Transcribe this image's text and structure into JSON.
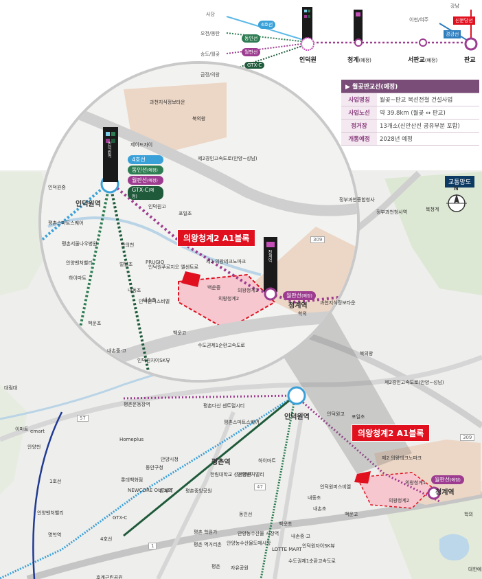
{
  "top_diagram": {
    "left_destinations": [
      "사당",
      "오전/동탄",
      "송도/월곶",
      "금정/의왕"
    ],
    "line_labels": [
      "4호선",
      "동인선",
      "월판선",
      "GTX-C"
    ],
    "right_destinations": [
      "강남",
      "이천/여주"
    ],
    "right_line_labels": [
      "신분당선",
      "경강선"
    ],
    "stations": [
      "인덕원",
      "청계",
      "서판교",
      "판교"
    ],
    "station_notes": [
      "(예정)",
      "(예정)"
    ]
  },
  "info_table": {
    "header": "▶ 월곶판교선(예정)",
    "rows": [
      {
        "key": "사업명칭",
        "value": "월곶~판교 복선전철 건설사업"
      },
      {
        "key": "사업노선",
        "value": "약 39.8km (월곶 ↔ 판교)"
      },
      {
        "key": "정거장",
        "value": "13개소(신안산선 공유부분 포함)"
      },
      {
        "key": "개통예정",
        "value": "2028년 예정"
      }
    ]
  },
  "badges": {
    "traffic": "교통망도",
    "north": "N"
  },
  "callouts": {
    "block": "의왕청계2 A1블록"
  },
  "circle_map": {
    "labels": [
      "과천지식정보타운",
      "북의왕",
      "제2경인고속도로(안양~성남)",
      "제이드자이",
      "인덕원중",
      "인덕원역",
      "평촌스마트스퀘어",
      "학의천",
      "안양벤처밸리",
      "하이마트",
      "평촌서울나우병원",
      "인덕원고",
      "포일초",
      "벌말초",
      "인덕원푸르지오 엘센트로",
      "제2 의왕테크노파크",
      "의왕청계1",
      "의왕청계2",
      "청계역",
      "백운중",
      "인덕원퍼스비엘",
      "내동초",
      "내손초",
      "백운초",
      "백운고",
      "내손중·고",
      "인덕원자이SK뷰",
      "수도권제1순환고속도로",
      "학의",
      "PRUGIO"
    ],
    "line_chips": [
      "4호선",
      "동인선",
      "월판선",
      "GTX-C"
    ],
    "chip_note": "(예정)",
    "tower_text": "인덕원역",
    "tower2_text": "청계역",
    "wolpan_chip": "월판선"
  },
  "main_map": {
    "labels": [
      "정부과천종합청사",
      "정부과천청사역",
      "북청계",
      "과천지식정보타운",
      "북의왕",
      "제2경인고속도로(안양~성남)",
      "인덕원역",
      "인덕원고",
      "포일초",
      "평촌스마트스퀘어",
      "평촌다산 센트럴시티",
      "평촌운동장역",
      "대림대",
      "안양천",
      "emart",
      "Homeplus",
      "안양시청",
      "동안구청",
      "평촌역",
      "롯데백화점",
      "NEWCORE OUTLET",
      "범계역",
      "한림대학교 성심병원",
      "안양벤처밸리",
      "평촌중앙공원",
      "1호선",
      "안양벤처밸리",
      "GTX-C",
      "4호선",
      "명학역",
      "동인선",
      "안양농수산물 시장역",
      "안양농수산물도매시장",
      "평촌 학원가",
      "평촌 먹거리촌",
      "LOTTE MART",
      "수도권제1순환고속도로",
      "의왕청계2 A1블록",
      "제2 의왕테크노파크",
      "의왕청계1",
      "의왕청계2",
      "월판선",
      "청계역",
      "학의",
      "인덕원퍼스비엘",
      "내동초",
      "내손초",
      "백운고",
      "백운초",
      "내손중·고",
      "인덕원자이SK뷰",
      "호계근린공원",
      "평촌",
      "자유공원",
      "대한예",
      "하이마트",
      "이마트"
    ],
    "road_numbers": [
      "57",
      "309",
      "47",
      "1",
      "309",
      "57"
    ]
  },
  "colors": {
    "line4": "#3aa0d8",
    "dongin": "#2e7d52",
    "wolpan": "#9c3b8f",
    "gtxc": "#1f5a3a",
    "line1": "#1f3a93",
    "red": "#e0101f",
    "site": "#f6c7cf"
  }
}
